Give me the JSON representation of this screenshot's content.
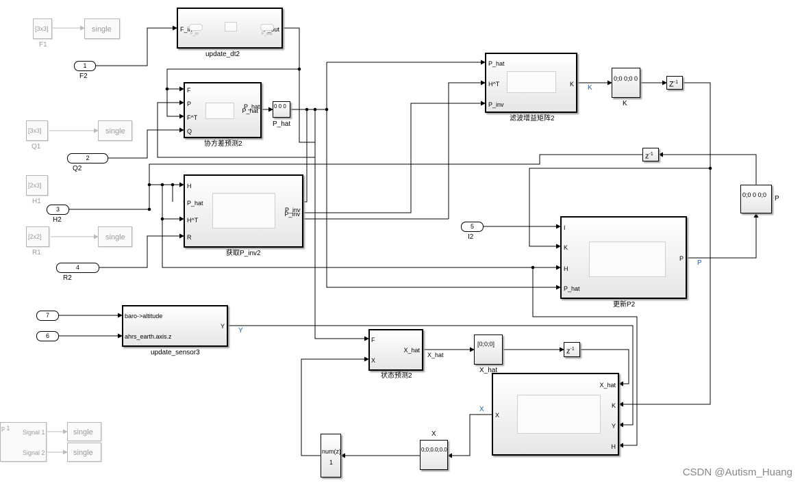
{
  "diagram": {
    "subsystems": {
      "update_dt2": {
        "name": "update_dt2",
        "in_port": "F_in",
        "out_port": "F_out",
        "inner_in": "F_in",
        "inner_out": "F_out"
      },
      "cov_pred": {
        "name": "协方差预测2",
        "ports_in": [
          "F",
          "P",
          "F^T",
          "Q"
        ],
        "port_out": "P_hat"
      },
      "gain": {
        "name": "滤波增益矩阵2",
        "ports_in": [
          "P_hat",
          "H^T",
          "P_inv"
        ],
        "port_out": "K"
      },
      "pinv": {
        "name": "获取P_inv2",
        "ports_in": [
          "H",
          "P_hat",
          "H^T",
          "R"
        ],
        "port_out": "P_inv"
      },
      "update_p": {
        "name": "更新P2",
        "ports_in": [
          "I",
          "K",
          "H",
          "P_hat"
        ],
        "port_out": "P"
      },
      "sensor": {
        "name": "update_sensor3",
        "ports_in": [
          "baro->altitude",
          "ahrs_earth.axis.z"
        ],
        "port_out": "Y"
      },
      "state_pred": {
        "name": "状态预测2",
        "ports_in": [
          "F",
          "X"
        ],
        "port_out": "X_hat"
      },
      "state_upd": {
        "ports_in": [
          "X_hat",
          "K",
          "Y",
          "H"
        ],
        "port_out": "X"
      }
    },
    "displays": {
      "phat": {
        "value": "0 0 0",
        "name": "P_hat"
      },
      "k": {
        "value": "0;0 0;0 0",
        "name": "K"
      },
      "p": {
        "value": "0;0 0 0;0",
        "name": "P"
      },
      "xhat": {
        "value": "[0;0;0]",
        "name": "X_hat"
      },
      "x": {
        "value": "0;0;0.0;0.0",
        "name": "X"
      }
    },
    "delays": {
      "z_inv": "z",
      "z_exp": "-1",
      "d_k": "Z",
      "d_p": "z",
      "d_x": "z"
    },
    "inports": [
      {
        "num": "1",
        "name": "F2"
      },
      {
        "num": "2",
        "name": "Q2"
      },
      {
        "num": "3",
        "name": "H2"
      },
      {
        "num": "4",
        "name": "R2"
      },
      {
        "num": "5",
        "name": "I2"
      },
      {
        "num": "6",
        "name": ""
      },
      {
        "num": "7",
        "name": ""
      }
    ],
    "faded_consts": [
      {
        "value": "[3x3]",
        "name": "F1",
        "convert": "single"
      },
      {
        "value": "[3x3]",
        "name": "Q1",
        "convert": "single"
      },
      {
        "value": "[2x3]",
        "name": "H1",
        "convert": "single"
      },
      {
        "value": "[2x2]",
        "name": "R1",
        "convert": "single"
      }
    ],
    "signal_builder": {
      "name": "p 1",
      "signals": [
        "Signal 1",
        "Signal 2"
      ],
      "convert": "single"
    },
    "tf": {
      "num": "num(z)",
      "den": "1"
    },
    "goto_tags": {
      "k": "K",
      "p": "P",
      "y": "Y",
      "x": "X"
    },
    "wire_labels": {
      "phat": "P_hat",
      "pinv": "P_inv",
      "xhat": "X_hat"
    }
  },
  "watermark": "CSDN @Autism_Huang"
}
